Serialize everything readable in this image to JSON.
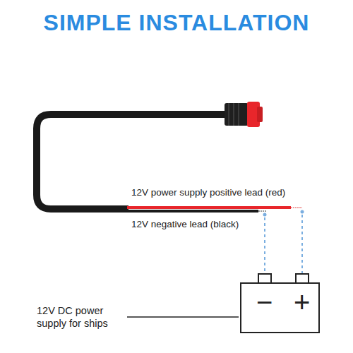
{
  "diagram": {
    "title": "SIMPLE INSTALLATION",
    "nodes": [
      {
        "text": [
          "−",
          "+"
        ]
      }
    ],
    "labels": [
      "12V power supply positive lead (red)",
      "12V negative lead (black)",
      "12V DC power supply for ships"
    ]
  }
}
